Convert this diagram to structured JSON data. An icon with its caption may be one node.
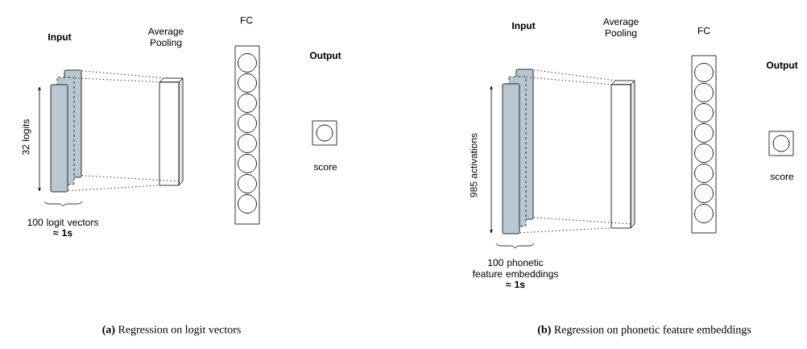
{
  "diagram": {
    "nodes": [
      {
        "text": [
          "Input"
        ],
        "beside": [
          "100 logit vectors",
          "≈ 1s"
        ]
      },
      {
        "text": [
          "Average Pooling"
        ]
      },
      {
        "text": [
          "FC"
        ]
      },
      {
        "text": [
          "score"
        ]
      },
      {
        "text": [
          "Input"
        ],
        "beside": [
          "100 phonetic feature embeddings",
          "≈ 1s"
        ]
      },
      {
        "text": [
          "Average Pooling"
        ]
      },
      {
        "text": [
          "FC"
        ]
      },
      {
        "text": [
          "score"
        ]
      }
    ],
    "edges": [
      {
        "from": 0,
        "to": 1,
        "arrow": "none",
        "style": "dashed"
      },
      {
        "from": 0,
        "to": 1,
        "arrow": "none",
        "style": "dashed"
      },
      {
        "from": 0,
        "to": 1,
        "arrow": "none",
        "style": "dashed"
      },
      {
        "from": 0,
        "to": 1,
        "arrow": "none",
        "style": "dashed"
      },
      {
        "from": 4,
        "to": 5,
        "arrow": "none",
        "style": "dashed"
      },
      {
        "from": 4,
        "to": 5,
        "arrow": "none",
        "style": "dashed"
      },
      {
        "from": 4,
        "to": 5,
        "arrow": "none",
        "style": "dashed"
      },
      {
        "from": 4,
        "to": 5,
        "arrow": "none",
        "style": "dashed"
      }
    ],
    "labels": [
      "Output",
      "32 logits",
      "Output",
      "985 activations",
      "**(a)** Regression on logit vectors",
      "**(b)** Regression on phonetic feature embeddings"
    ]
  }
}
